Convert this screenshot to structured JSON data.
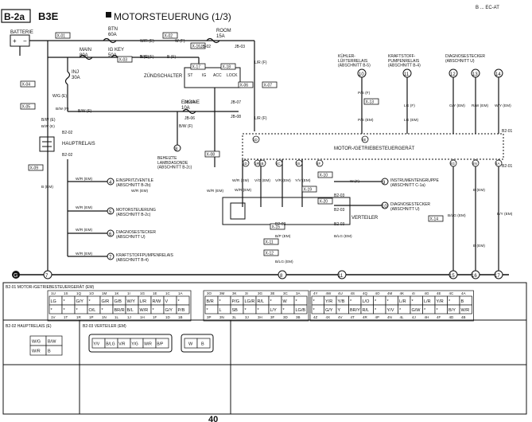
{
  "header": {
    "page_ref": "B-2a",
    "code": "B3E",
    "title": "MOTORSTEUERUNG (1/3)",
    "corner_ref": "B ... EC-AT"
  },
  "page_number": "40",
  "ground_mark": "G",
  "supply": {
    "battery": "BATTERIE",
    "btn_fuse": "BTN\n60A",
    "main_fuse": "MAIN\n80A",
    "igkey_fuse": "IG KEY\n50A",
    "inj_fuse": "INJ\n30A",
    "room_fuse": "ROOM\n15A",
    "engine_fuse": "ENGINE\n10A",
    "ignition_switch": "ZÜNDSCHALTER",
    "switch_positions": [
      "ST",
      "IG",
      "ACC",
      "LOCK"
    ]
  },
  "components": {
    "hauptrelais": "HAUPTRELAIS",
    "pcm": "MOTOR-/GETRIEBESTEUERGERÄT",
    "verteiler": "VERTEILER",
    "lambda": "BEHEIZTE\nLAMBDASONDE\n(ABSCHNITT B-2c)",
    "kuehler": "KÜHLER-\nLÜFTERRELAIS\n(ABSCHNITT B-5)",
    "kraftstoff": "KRAFTSTOFF-\nPUMPENRELAIS\n(ABSCHNITT B-4)",
    "diag_top": "DIAGNOSESTECKER\n(ABSCHNITT U)"
  },
  "outputs": [
    {
      "num": "4",
      "label": "EINSPRITZVENTILE\n(ABSCHNITT B-2b)"
    },
    {
      "num": "5",
      "label": "MOTORSTEUERUNG\n(ABSCHNITT B-2c)"
    },
    {
      "num": "6",
      "label": "DIAGNOSESTECKER\n(ABSCHNITT U)"
    },
    {
      "num": "7",
      "label": "KRAFTSTOFFPUMPENRELAIS\n(ABSCHNITT B-4)"
    }
  ],
  "right_outputs": [
    {
      "num": "9",
      "label": "INSTRUMENTENGRUPPE\n(ABSCHNITT C-1a)"
    },
    {
      "num": "10",
      "label": "DIAGNOSESTECKER\n(ABSCHNITT U)"
    }
  ],
  "top_refs": [
    "10",
    "11",
    "12",
    "13",
    "14"
  ],
  "bottom_refs": [
    "7",
    "8",
    "11",
    "15",
    "16",
    "17"
  ],
  "connectors": [
    "X-01",
    "X-02",
    "X-03",
    "X-04",
    "X-05",
    "X-06",
    "X-07",
    "X-08",
    "X-09",
    "X-10",
    "X-11",
    "X-12",
    "X-13",
    "X-14",
    "X-15",
    "X-16",
    "X-17",
    "X-18",
    "X-19",
    "X-20"
  ],
  "joints": [
    "JB-02",
    "JB-03",
    "JB-04",
    "JB-06",
    "JB-07",
    "JB-08"
  ],
  "pins": {
    "top": [
      "1D",
      "1R",
      "4B",
      "4C",
      "3S",
      "4F",
      "4G",
      "4N",
      "4A",
      "4D",
      "4E"
    ],
    "misc": [
      "B2-02",
      "B2-02",
      "B2-01",
      "B2-01",
      "B2-03",
      "B2-03",
      "B2-03",
      "B2-03"
    ]
  },
  "wires": {
    "top_row": [
      "W/R (E)",
      "W (F)",
      "W/R (F)",
      "B (F)",
      "L/R (F)",
      "B (E)",
      "W/G (E)",
      "B/W (F)",
      "B/W (E)",
      "B/W (F)",
      "L/R (F)"
    ],
    "pcm_row": [
      "W/R (EM)",
      "V/G (EM)",
      "V/R (EM)",
      "Y/V (EM)",
      "G/Y (EM)",
      "R/W (EM)",
      "W/Y (EM)",
      "P/B (F)",
      "P/B (EM)",
      "LG (F)",
      "LG (EM)"
    ],
    "left_col": [
      "B/W (E)",
      "B/W (F)",
      "B (EM)",
      "W/R (EM)",
      "W/R (EM)",
      "W/R (EM)",
      "W/R (EM)",
      "W/R (EM)",
      "W/R (EM)",
      "W/R (EM)"
    ],
    "mid_col": [
      "B/P (EM)",
      "B/LG (EM)",
      "B/LG (EM)",
      "B/LG (EM)",
      "W (F)",
      "B (EM)",
      "B (EM)",
      "B/Y (EM)"
    ]
  },
  "tables": {
    "pcm_title": "B2-01 MOTOR-/GETRIEBESTEUERGERÄT (EM)",
    "group_a": {
      "top_pins": [
        "1U",
        "1S",
        "1Q",
        "1O",
        "1M",
        "1K",
        "1I",
        "1G",
        "1E",
        "1C",
        "1A"
      ],
      "row1": [
        "LG",
        "*",
        "G/Y",
        "*",
        "G/R",
        "G/B",
        "W/Y",
        "L/R",
        "R/W",
        "V",
        "*"
      ],
      "row2": [
        "*",
        "*",
        "*",
        "O/L",
        "*",
        "BR/R",
        "B/L",
        "W/R",
        "*",
        "G/Y",
        "P/B"
      ],
      "bot_pins": [
        "1V",
        "1T",
        "1R",
        "1P",
        "1N",
        "1L",
        "1J",
        "1H",
        "1F",
        "1D",
        "1B"
      ]
    },
    "group_b": {
      "top_pins": [
        "3O",
        "3M",
        "3K",
        "3I",
        "3G",
        "3E",
        "3C",
        "3A"
      ],
      "row1": [
        "B/R",
        "*",
        "P/G",
        "LG/R",
        "R/L",
        "*",
        "W",
        "*"
      ],
      "row2": [
        "*",
        "L",
        "SB",
        "*",
        "*",
        "L/Y",
        "*",
        "LG/B"
      ],
      "bot_pins": [
        "3P",
        "3N",
        "3L",
        "3J",
        "3H",
        "3F",
        "3D",
        "3B"
      ]
    },
    "group_c": {
      "top_pins": [
        "4Y",
        "4W",
        "4U",
        "4S",
        "4Q",
        "4O",
        "4M",
        "4K",
        "4I",
        "4G",
        "4E",
        "4C",
        "4A"
      ],
      "row1": [
        "*",
        "Y/R",
        "Y/B",
        "*",
        "L/O",
        "*",
        "*",
        "L/R",
        "*",
        "L/R",
        "Y/R",
        "*",
        "B"
      ],
      "row2": [
        "*",
        "G/Y",
        "Y",
        "BR/Y",
        "R/L",
        "*",
        "Y/V",
        "*",
        "G/W",
        "*",
        "*",
        "B/Y",
        "W/R"
      ],
      "bot_pins": [
        "4Z",
        "4X",
        "4V",
        "4T",
        "4R",
        "4P",
        "4N",
        "4L",
        "4J",
        "4H",
        "4F",
        "4D",
        "4B"
      ]
    },
    "relay_title": "B2-02 HAUPTRELAIS (E)",
    "relay": [
      "W/G",
      "B/W",
      "W/R",
      "B"
    ],
    "dist_title": "B2-03 VERTEILER (EM)",
    "dist_a": [
      "Y/V",
      "B/LG",
      "V/R",
      "Y/G",
      "W/R",
      "B/P"
    ],
    "dist_b": [
      "W",
      "B"
    ]
  }
}
